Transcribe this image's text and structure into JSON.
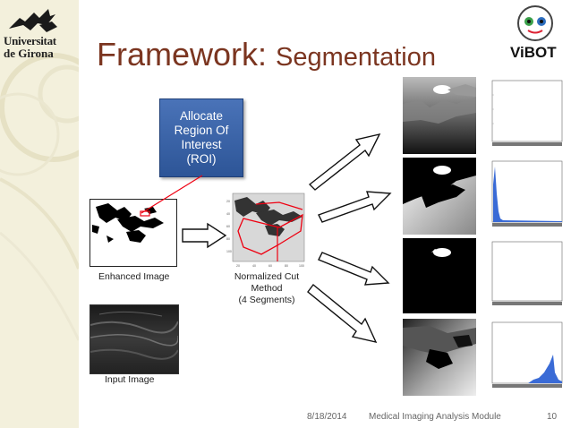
{
  "logo": {
    "line1": "Universitat",
    "line2": "de Girona"
  },
  "title": {
    "main": "Framework:",
    "sub": "Segmentation"
  },
  "vibot_logo": "ViBOT",
  "roi_callout": {
    "line1": "Allocate",
    "line2": "Region Of",
    "line3": "Interest",
    "line4": "(ROI)"
  },
  "captions": {
    "enhanced": "Enhanced Image",
    "input": "Input Image",
    "ncut_line1": "Normalized Cut",
    "ncut_line2": "Method",
    "ncut_line3": "(4 Segments)"
  },
  "footer": {
    "date": "8/18/2014",
    "module": "Medical Imaging Analysis Module",
    "page": "10"
  },
  "colors": {
    "title": "#7b3520",
    "callout": "#2d5597",
    "band": "#f3f0dc"
  }
}
